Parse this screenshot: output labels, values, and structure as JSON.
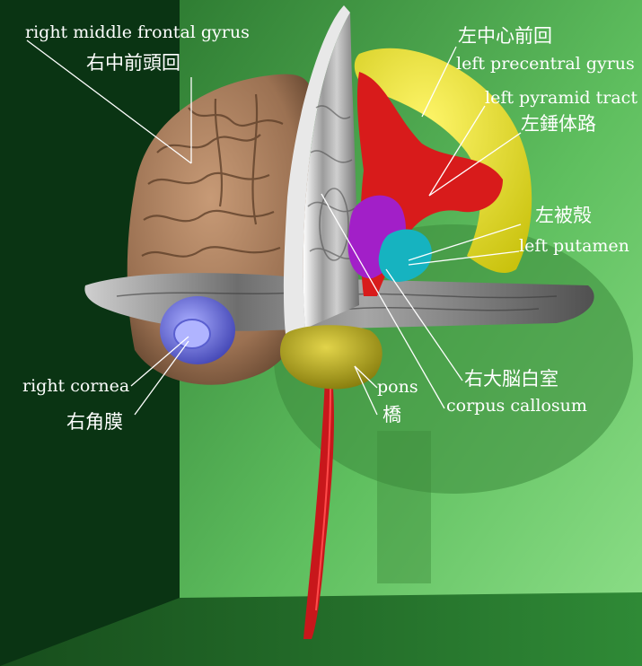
{
  "labels": {
    "right_middle_frontal_gyrus_en": "right middle frontal gyrus",
    "right_middle_frontal_gyrus_jp": "右中前頭回",
    "left_precentral_gyrus_jp": "左中心前回",
    "left_precentral_gyrus_en": "left precentral gyrus",
    "left_pyramid_tract_en": "left pyramid tract",
    "left_pyramid_tract_jp": "左錘体路",
    "left_putamen_jp": "左被殻",
    "left_putamen_en": "left putamen",
    "right_cornea_en": "right cornea",
    "right_cornea_jp": "右角膜",
    "pons_en": "pons",
    "pons_jp": "橋",
    "corpus_callosum_jp": "右大脳白室",
    "corpus_callosum_en": "corpus callosum"
  },
  "colors": {
    "background_dark": "#0d2a12",
    "wall_green": "#7fd07a",
    "brain_tan": "#a57c5c",
    "precentral_yellow": "#f2ea2a",
    "pyramid_tract_red": "#d81b1b",
    "putamen_cyan": "#16b3c0",
    "thalamus_magenta": "#a21fc8",
    "pons_olive": "#b7aa18",
    "cornea_blue": "#6f75e8",
    "label_white": "#ffffff"
  }
}
